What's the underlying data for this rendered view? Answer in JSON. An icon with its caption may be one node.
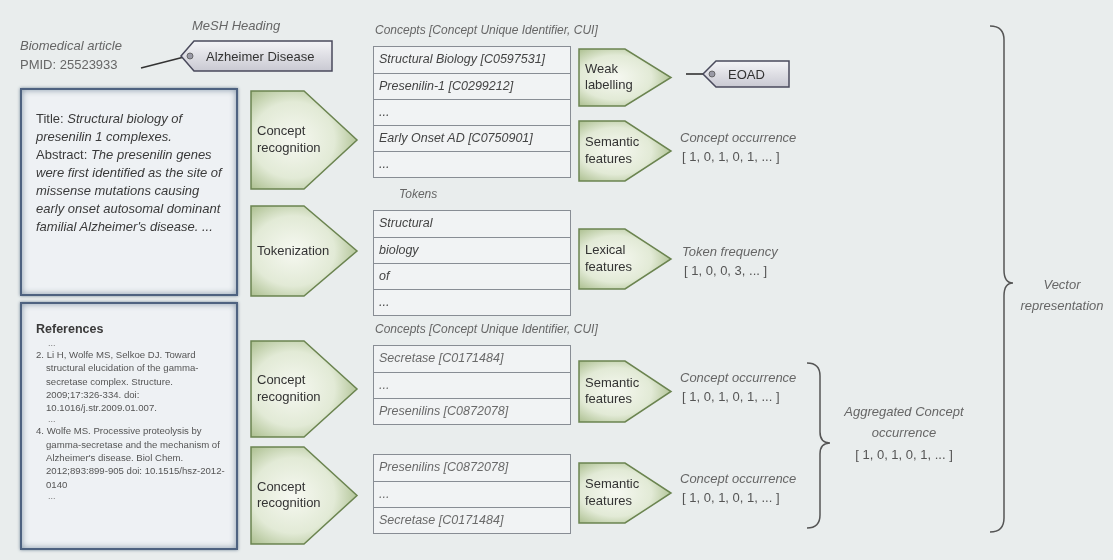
{
  "diagram": {
    "nodes": [
      {
        "text": [
          "Biomedical article",
          "PMID: 25523933"
        ]
      },
      {
        "text": [
          "Alzheimer Disease"
        ],
        "beside": [
          "MeSH Heading"
        ]
      },
      {
        "text": [
          "Title: *Structural biology of presenilin 1 complexes.*",
          "Abstract: *The presenilin genes were first identified as the site of missense mutations causing early onset autosomal dominant familial Alzheimer's disease. ...*"
        ]
      },
      {
        "text": [
          "References",
          "...",
          "2. Li H, Wolfe MS, Selkoe DJ. Toward structural elucidation of the gamma-secretase complex. Structure. 2009;17:326-334. doi: 10.1016/j.str.2009.01.007.",
          "...",
          "4. Wolfe MS. Processive proteolysis by gamma-secretase and the mechanism of Alzheimer's disease. Biol Chem. 2012;893:899-905 doi: 10.1515/hsz-2012-0140",
          "..."
        ]
      },
      {
        "text": [
          "Concept recognition"
        ]
      },
      {
        "text": [
          "Tokenization"
        ]
      },
      {
        "text": [
          "Concept recognition"
        ]
      },
      {
        "text": [
          "Concept recognition"
        ]
      },
      {
        "text": [
          "Concepts [Concept Unique Identifier, CUI]",
          "Structural Biology [C0597531]",
          "Presenilin-1 [C0299212]",
          "...",
          "Early Onset AD [C0750901]",
          "..."
        ]
      },
      {
        "text": [
          "Tokens",
          "Structural",
          "biology",
          "of",
          "..."
        ]
      },
      {
        "text": [
          "Concepts [Concept Unique Identifier, CUI]",
          "Secretase [C0171484]",
          "...",
          "Presenilins [C0872078]"
        ]
      },
      {
        "text": [
          "Presenilins [C0872078]",
          "...",
          "Secretase [C0171484]"
        ]
      },
      {
        "text": [
          "Weak labelling"
        ]
      },
      {
        "text": [
          "Semantic features"
        ]
      },
      {
        "text": [
          "Lexical features"
        ]
      },
      {
        "text": [
          "Semantic features"
        ]
      },
      {
        "text": [
          "Semantic features"
        ]
      },
      {
        "text": [
          "EOAD"
        ]
      }
    ],
    "edges": [
      {
        "from": 0,
        "to": 1,
        "arrow": "none"
      },
      {
        "from": 12,
        "to": 17,
        "arrow": "none"
      }
    ],
    "labels": [
      "Concept occurrence",
      "[ 1, 0, 1, 0, 1, ... ]",
      "Token frequency",
      "[ 1, 0, 0, 3, ... ]",
      "Concept occurrence",
      "[ 1, 0, 1, 0, 1, ... ]",
      "Concept occurrence",
      "[ 1, 0, 1, 0, 1, ... ]",
      "Aggregated Concept occurrence",
      "[ 1, 0, 1, 0, 1, ... ]",
      "Vector representation"
    ]
  }
}
